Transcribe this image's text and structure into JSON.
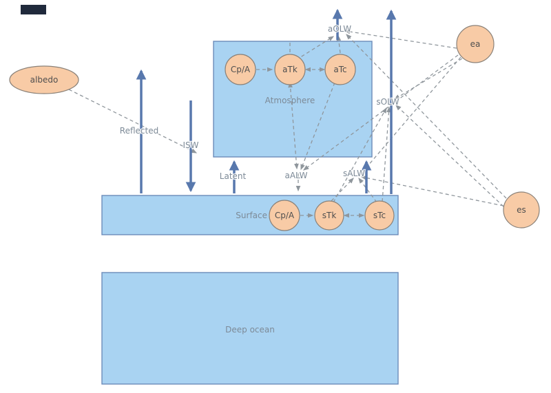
{
  "diagram": {
    "nodes": {
      "albedo": "albedo",
      "atm_heat_capacity": "Cp/A",
      "atm_temp_k": "aTk",
      "atm_temp_c": "aTc",
      "surf_heat_capacity": "Cp/A",
      "surf_temp_k": "sTk",
      "surf_temp_c": "sTc",
      "atm_emissivity": "ea",
      "surf_emissivity": "es"
    },
    "regions": {
      "atmosphere": "Atmosphere",
      "surface": "Surface",
      "deep_ocean": "Deep ocean"
    },
    "flows": {
      "reflected": "Reflected",
      "isw": "ISW",
      "latent": "Latent",
      "aalw": "aALW",
      "salw": "sALW",
      "aolw": "aOLW",
      "solw": "sOLW"
    },
    "colors": {
      "region_fill": "#a9d3f2",
      "region_stroke": "#6b8cba",
      "node_fill": "#f8cba6",
      "node_stroke": "#8a8178",
      "flow_arrow": "#5878ad",
      "connector": "#8f969c",
      "flow_label": "#7d8a97",
      "node_label": "#4f4f4f"
    }
  }
}
